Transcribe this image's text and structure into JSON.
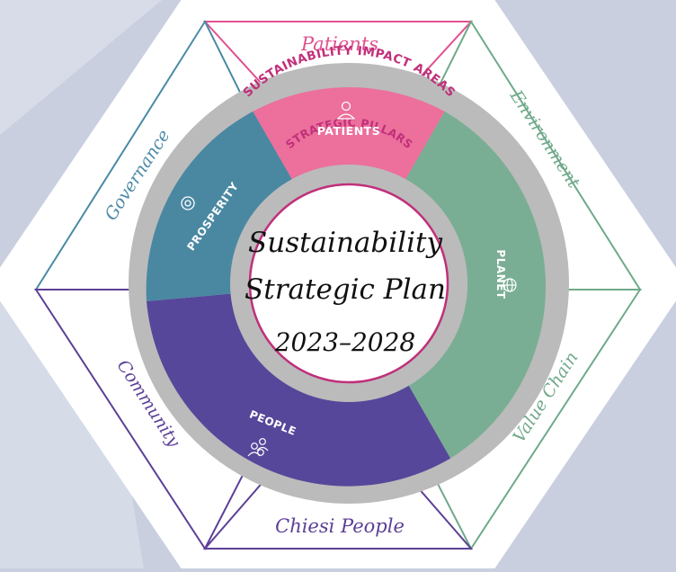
{
  "outer_areas": {
    "top": "Patients",
    "upper_right": "Environment",
    "lower_right": "Value Chain",
    "bottom": "Chiesi People",
    "lower_left": "Community",
    "upper_left": "Governance"
  },
  "ring_labels": {
    "impact_areas": "SUSTAINABILITY IMPACT AREAS",
    "pillars": "STRATEGIC PILLARS"
  },
  "segments": {
    "patients": "PATIENTS",
    "planet": "PLANET",
    "people": "PEOPLE",
    "prosperity": "PROSPERITY"
  },
  "center": {
    "line1": "Sustainability",
    "line2": "Strategic Plan",
    "years": "2023–2028"
  },
  "colors": {
    "background": "#c9cfdf",
    "patients": "#ec6f9c",
    "planet": "#7aae94",
    "people": "#57479a",
    "prosperity": "#4a88a2",
    "ring": "#bbbbbb",
    "center_border": "#c0307a"
  },
  "icons": {
    "patients": "person-icon",
    "planet": "globe-icon",
    "people": "group-icon",
    "prosperity": "coin-icon"
  }
}
